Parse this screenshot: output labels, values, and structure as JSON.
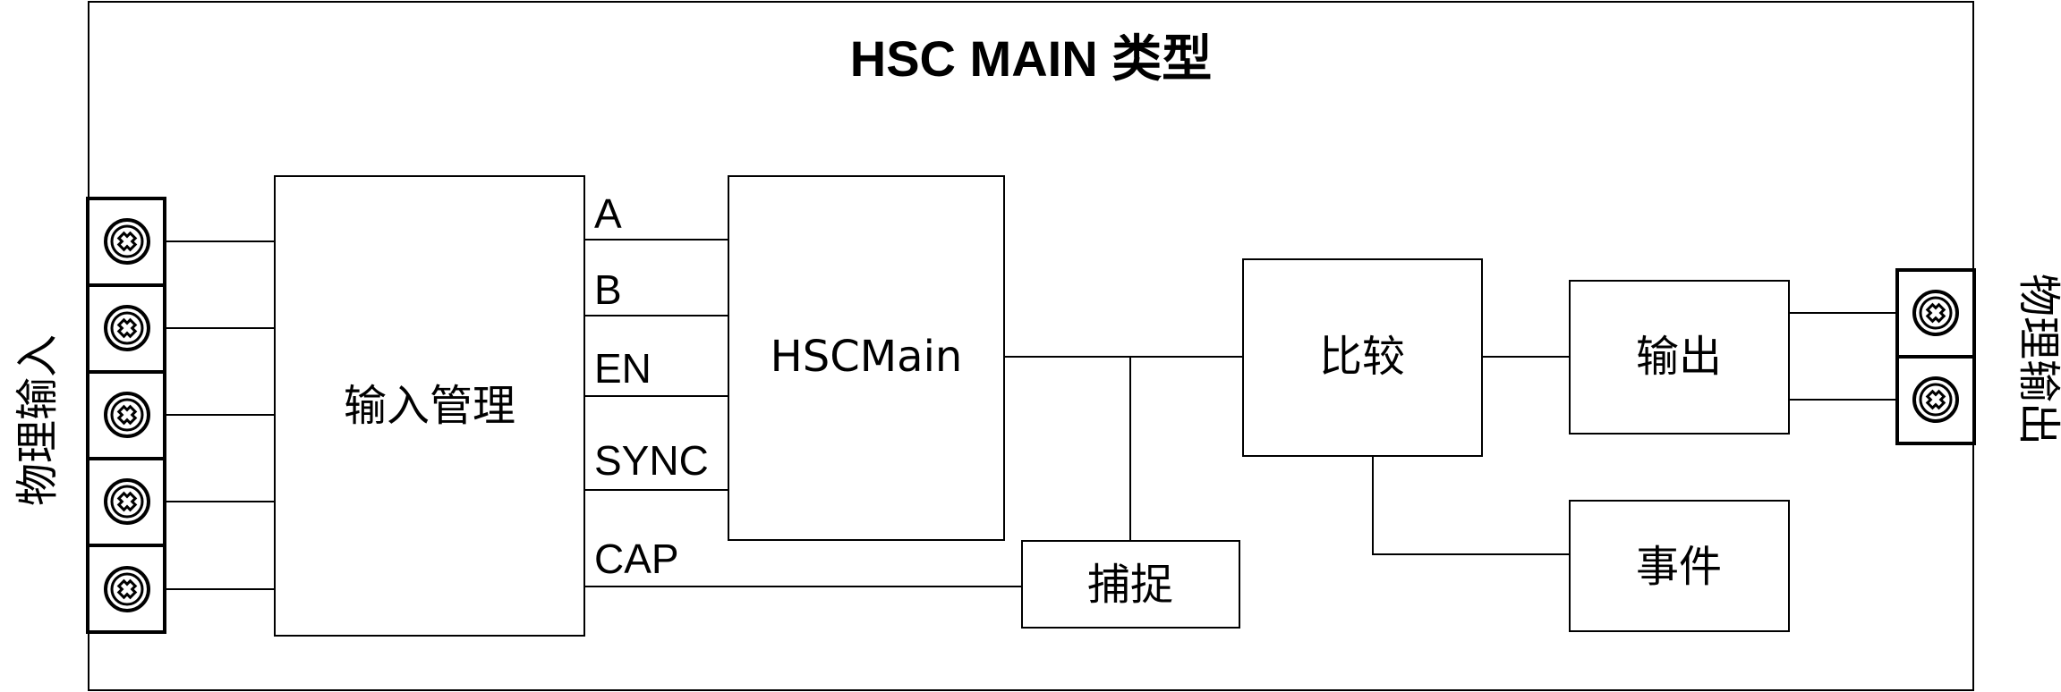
{
  "title": "HSC MAIN 类型",
  "side_labels": {
    "input": "物理输入",
    "output": "物理输出"
  },
  "blocks": {
    "input_mgmt": "输入管理",
    "hsc_main": "HSCMain",
    "compare": "比较",
    "output": "输出",
    "capture": "捕捉",
    "event": "事件"
  },
  "signals": {
    "a": "A",
    "b": "B",
    "en": "EN",
    "sync": "SYNC",
    "cap": "CAP"
  },
  "terminal_icon": "terminal-screw-icon"
}
